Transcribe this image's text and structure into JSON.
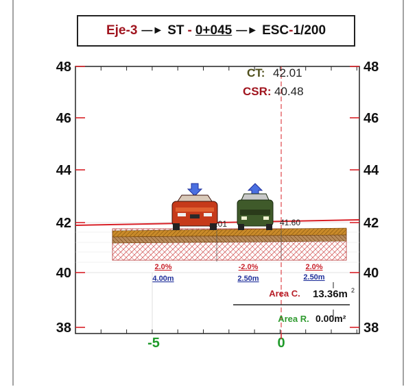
{
  "header": {
    "eje": "Eje-3",
    "st_label": "ST",
    "dash": "-",
    "station": "0+045",
    "esc_label": "ESC",
    "esc_dash": "-",
    "scale": "1/200",
    "arrow": "—►"
  },
  "elevation": {
    "ct_label": "CT:",
    "ct_value": "42.01",
    "csr_label": "CSR:",
    "csr_value": "40.48"
  },
  "axis": {
    "y_ticks": [
      "48",
      "46",
      "44",
      "42",
      "40",
      "38"
    ],
    "x_ticks": [
      "-5",
      "0"
    ]
  },
  "road": {
    "left_level": "41.01",
    "right_level": "41.60",
    "slopes": [
      {
        "slope": "2.0%",
        "width": "4.00m"
      },
      {
        "slope": "-2.0%",
        "width": "2.50m"
      },
      {
        "slope": "2.0%",
        "width": "2.50m"
      }
    ]
  },
  "areas": {
    "cut_label": "Area C.",
    "cut_value": "13.36m",
    "cut_unit_sup": "2",
    "fill_label": "Area R.",
    "fill_value": "0.00m²"
  },
  "colors": {
    "ground_line": "#d81f26",
    "cut_label": "#b8202a",
    "fill_label": "#2e9a2e",
    "ct": "#4e4e1a",
    "csr": "#a0141e",
    "slope_text": "#c8202a",
    "width_text": "#1f2f9a",
    "vehicle_left": "#c63a1a",
    "vehicle_right": "#3f5a2a",
    "arrow_blue": "#4a6fe0"
  },
  "icons": [
    "down-arrow-icon",
    "up-arrow-icon",
    "red-car-icon",
    "green-suv-icon"
  ]
}
